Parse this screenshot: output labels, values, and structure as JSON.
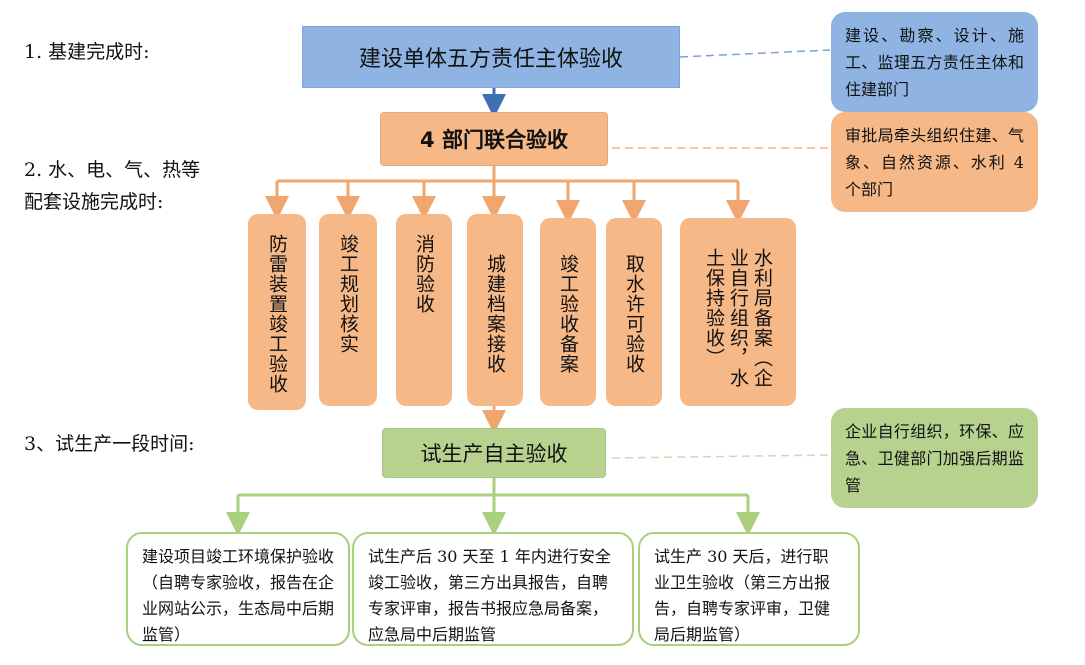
{
  "stages": [
    "1. 基建完成时:",
    "2. 水、电、气、热等\n配套设施完成时:",
    "3、试生产一段时间:"
  ],
  "top_box": "建设单体五方责任主体验收",
  "middle_box": "4 部门联合验收",
  "trial_box": "试生产自主验收",
  "notes": {
    "blue": "建设、勘察、设计、施工、监理五方责任主体和住建部门",
    "orange": "审批局牵头组织住建、气象、自然资源、水利 4 个部门",
    "green": "企业自行组织，环保、应急、卫健部门加强后期监管"
  },
  "acceptance_items": [
    "防雷装置竣工验收",
    "竣工规划核实",
    "消防验收",
    "城建档案接收",
    "竣工验收备案",
    "取水许可验收",
    "水利局备案（企业自行组织，水土保持验收）"
  ],
  "bottom_boxes": [
    "建设项目竣工环境保护验收（自聘专家验收，报告在企业网站公示，生态局中后期监管）",
    "试生产后 30 天至 1 年内进行安全竣工验收，第三方出具报告，自聘专家评审，报告书报应急局备案，应急局中后期监管",
    "试生产 30 天后，进行职业卫生验收（第三方出报告，自聘专家评审，卫健局后期监管）"
  ],
  "colors": {
    "blue": "#8fb4e3",
    "orange": "#f6b887",
    "green": "#b7d28f",
    "green_border": "#a9cf7f",
    "arrow_blue": "#3f6fb5"
  }
}
